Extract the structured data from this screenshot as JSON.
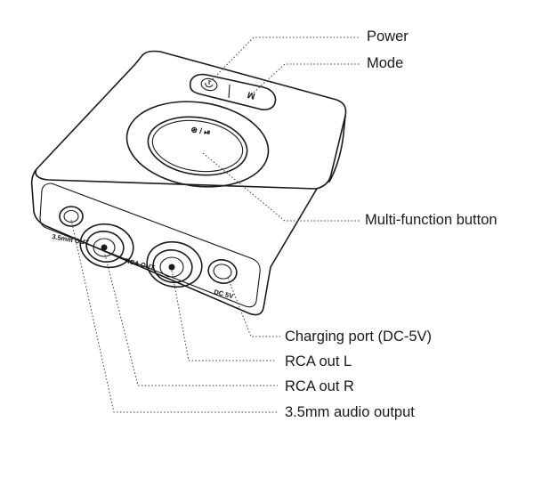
{
  "callouts": {
    "power": "Power",
    "mode": "Mode",
    "multi_function": "Multi-function button",
    "charging_port": "Charging port (DC-5V)",
    "rca_out_l": "RCA out L",
    "rca_out_r": "RCA out R",
    "audio_output": "3.5mm audio output"
  },
  "device_print": {
    "jack_label": "3.5mm OUT",
    "rca_label": "RCA OUT",
    "dc_label": "DC 5V",
    "mode_key": "M",
    "play_symbols": "⊛ / ⏯"
  },
  "icons": [
    "power-icon",
    "play-pause-icon"
  ],
  "colors": {
    "line": "#1a1a1a",
    "background": "#ffffff"
  }
}
